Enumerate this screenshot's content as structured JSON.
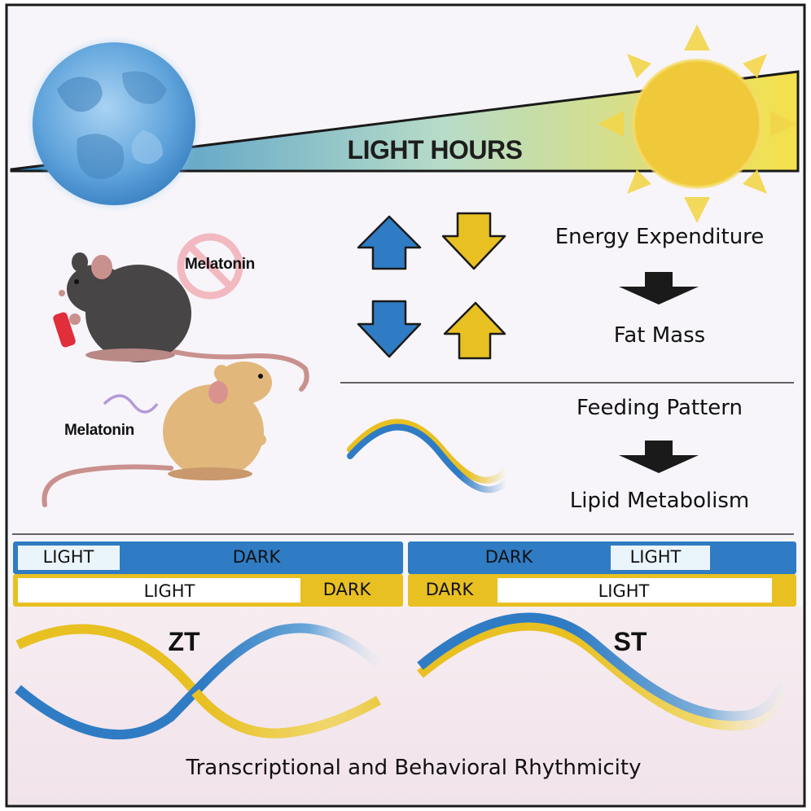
{
  "header": {
    "title": "LIGHT HOURS"
  },
  "mice": {
    "label_top": "Melatonin",
    "label_bottom": "Melatonin"
  },
  "effects": {
    "energy": "Energy Expenditure",
    "fat": "Fat Mass",
    "feeding": "Feeding Pattern",
    "lipid": "Lipid Metabolism"
  },
  "bars": {
    "left_top_light": "LIGHT",
    "left_top_dark": "DARK",
    "left_bottom_light": "LIGHT",
    "left_bottom_dark": "DARK",
    "right_top_dark": "DARK",
    "right_top_light": "LIGHT",
    "right_bottom_dark": "DARK",
    "right_bottom_light": "LIGHT"
  },
  "rhythm": {
    "zt": "ZT",
    "st": "ST",
    "caption": "Transcriptional and Behavioral Rhythmicity"
  },
  "colors": {
    "blue": "#2f7cc4",
    "yellow": "#e8c022",
    "frame": "#1a1a1a",
    "lightbox": "#eaf4fb"
  }
}
